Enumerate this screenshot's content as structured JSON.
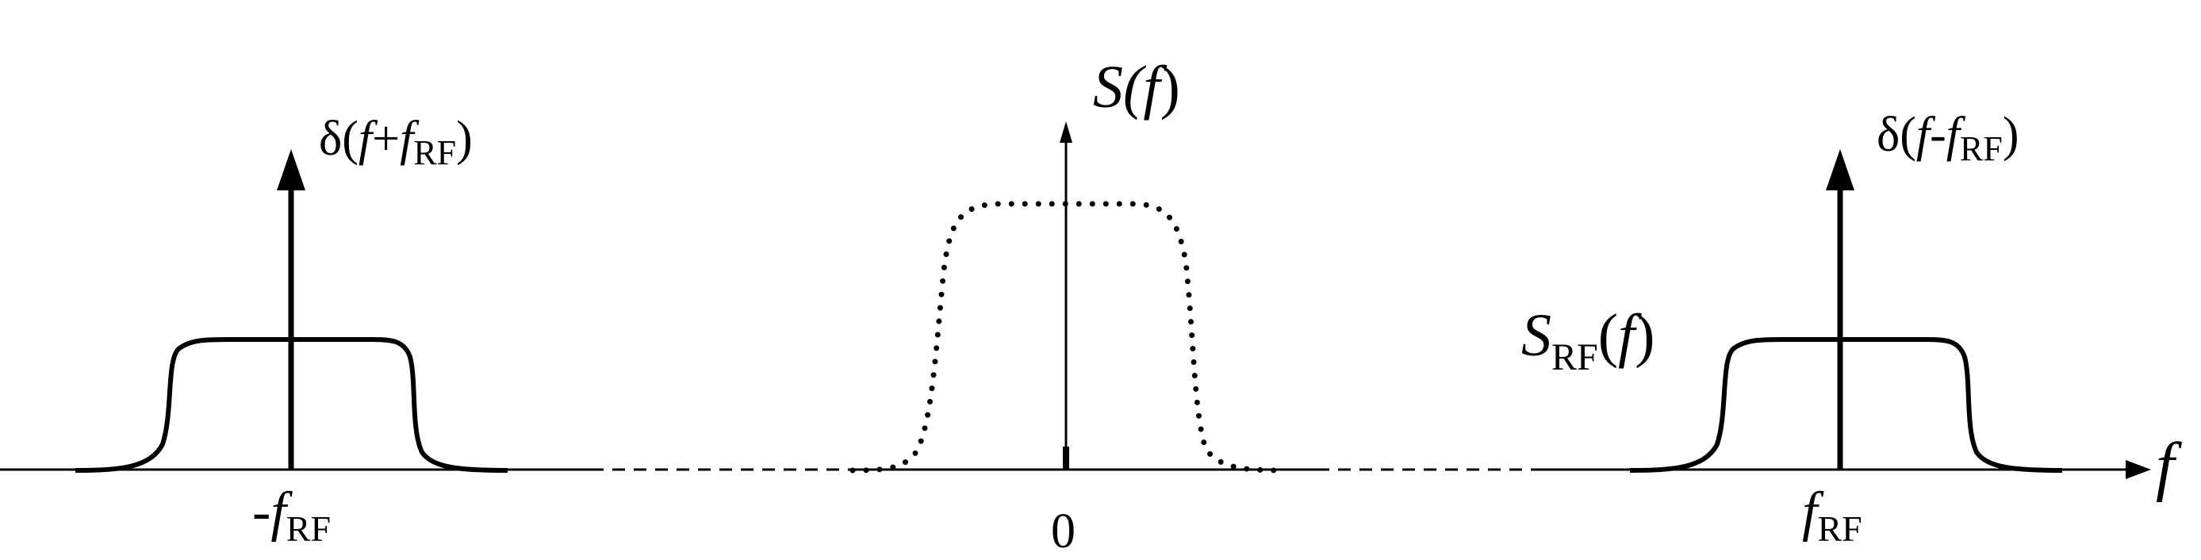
{
  "diagram": {
    "axis": {
      "variable": "f",
      "ticks": {
        "left": {
          "sign": "-",
          "var": "f",
          "sub": "RF"
        },
        "center": "0",
        "right": {
          "var": "f",
          "sub": "RF"
        }
      }
    },
    "labels": {
      "impulse_left": {
        "pre": "δ(",
        "var1": "f",
        "op": "+",
        "var2": "f",
        "sub": "RF",
        "post": ")"
      },
      "impulse_right": {
        "pre": "δ(",
        "var1": "f",
        "op": "-",
        "var2": "f",
        "sub": "RF",
        "post": ")"
      },
      "baseband": {
        "pre": "S(",
        "var": "f",
        "post": ")"
      },
      "passband": {
        "main": "S",
        "sub": "RF",
        "pre": "(",
        "var": "f",
        "post": ")"
      }
    }
  }
}
